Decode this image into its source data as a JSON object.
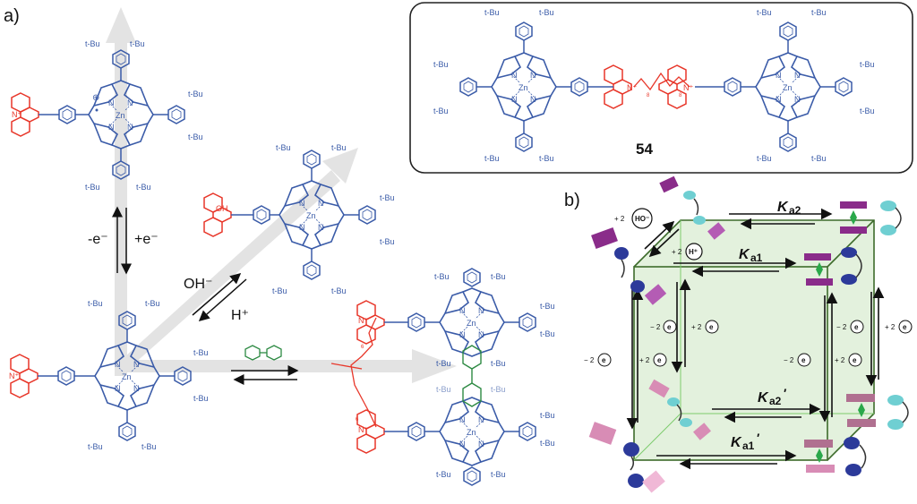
{
  "panel_a": {
    "label": "a)",
    "arrows": {
      "redox_minus": "-e⁻",
      "redox_plus": "+e⁻",
      "hydroxide": "OH⁻",
      "proton": "H⁺"
    },
    "substituent": "t-Bu",
    "metal": "Zn",
    "nitrogen": "N",
    "acridinium_n": "N⁺",
    "hydroxyl": "OH",
    "chain_index_top": "6",
    "chain_index_bottom": "6"
  },
  "inset": {
    "compound_number": "54",
    "substituent": "t-Bu",
    "metal": "Zn",
    "chain_index_left": "8",
    "chain_index_right": "8"
  },
  "panel_b": {
    "label": "b)",
    "ka2": "K",
    "ka2_sub": "a2",
    "ka1": "K",
    "ka1_sub": "a1",
    "ka2p": "K",
    "ka2p_sub": "a2",
    "ka2p_prime": "′",
    "ka1p": "K",
    "ka1p_sub": "a1",
    "ka1p_prime": "′",
    "plus2": "+ 2",
    "minus2": "− 2",
    "hydroxide": "HO⁻",
    "proton": "H⁺",
    "electron": "e"
  },
  "colors": {
    "porphyrin": "#3a5ba8",
    "acridinium": "#e8372a",
    "bipyridine": "#2d8a43",
    "guide_arrow": "#e3e3e3",
    "cube_fill": "#d9ecd2",
    "cube_edge": "#3d6b2b",
    "purple_plate": "#8a2c8a",
    "pink_plate": "#d88cb5",
    "cyan_unit": "#6fcfd2",
    "navy_unit": "#2c3a9a"
  }
}
